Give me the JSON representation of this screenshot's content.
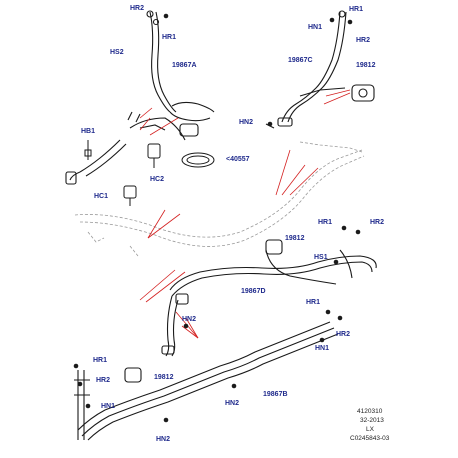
{
  "diagram": {
    "labels": {
      "hr2_a": "HR2",
      "hr1_a": "HR1",
      "hs2": "HS2",
      "p19867a": "19867A",
      "hr1_b": "HR1",
      "hn1_b": "HN1",
      "hr2_b": "HR2",
      "p19867c": "19867C",
      "p19812_a": "19812",
      "hn2_a": "HN2",
      "hb1": "HB1",
      "hc2": "HC2",
      "p40557": "<40557",
      "hc1": "HC1",
      "hr1_c": "HR1",
      "hr2_c": "HR2",
      "p19812_b": "19812",
      "hs1": "HS1",
      "p19867d": "19867D",
      "hn2_b": "HN2",
      "hr1_d": "HR1",
      "hn1_d": "HN1",
      "hr2_d": "HR2",
      "hr1_e": "HR1",
      "hr2_e": "HR2",
      "p19812_c": "19812",
      "hn1_e": "HN1",
      "hn2_c": "HN2",
      "p19867b": "19867B",
      "hn2_d": "HN2"
    },
    "footer": {
      "code": "4120310",
      "date": "32-2013",
      "model": "LX",
      "ref": "C0245843-03"
    },
    "colors": {
      "label": "#1f2a8c",
      "leader": "#d42020",
      "line": "#1a1a1a",
      "dashed": "#9a9a9a"
    }
  }
}
